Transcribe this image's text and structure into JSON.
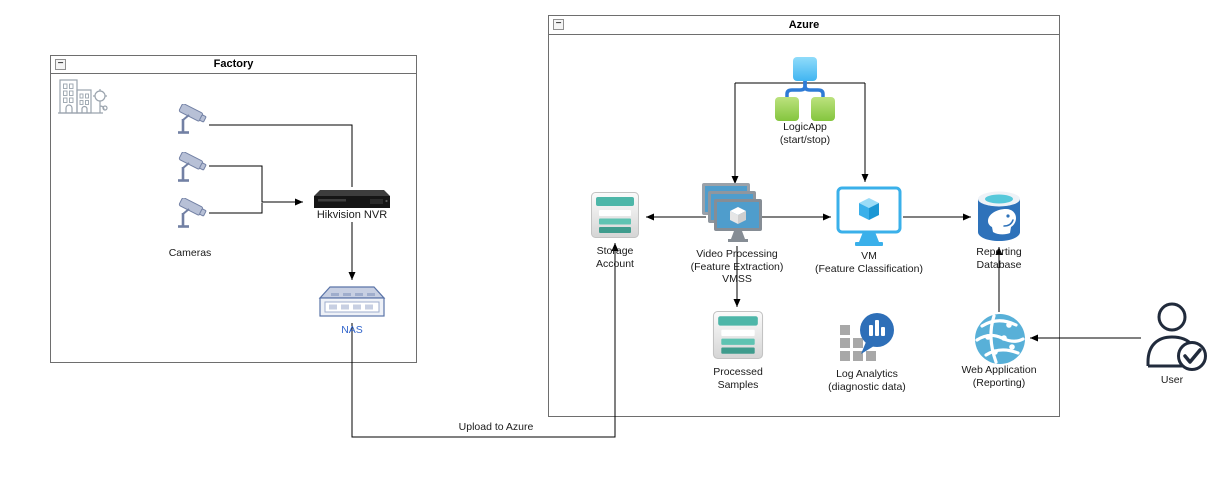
{
  "factory": {
    "title": "Factory",
    "collapse_glyph": "−",
    "cameras_label": "Cameras",
    "nvr_label": "Hikvision NVR",
    "nas_label": "NAS"
  },
  "azure": {
    "title": "Azure",
    "collapse_glyph": "−",
    "logicapp_label": "LogicApp\n(start/stop)",
    "storage_label": "Storage\nAccount",
    "vmss_label": "Video Processing\n(Feature Extraction)\nVMSS",
    "vm_label": "VM\n(Feature Classification)",
    "db_label": "Reporting\nDatabase",
    "samples_label": "Processed\nSamples",
    "log_label": "Log Analytics\n(diagnostic data)",
    "webapp_label": "Web Application\n(Reporting)"
  },
  "external": {
    "user_label": "User"
  },
  "edges": {
    "upload_label": "Upload to Azure"
  },
  "icons": {
    "factory_building": "factory-building-icon",
    "camera": "security-camera-icon",
    "nvr": "nvr-device-icon",
    "nas": "nas-device-icon",
    "logicapp": "logic-app-icon",
    "storage": "storage-account-icon",
    "vmss": "vm-scale-set-icon",
    "vm": "virtual-machine-icon",
    "database": "postgresql-database-icon",
    "samples": "storage-account-icon",
    "log_analytics": "log-analytics-icon",
    "webapp": "web-application-globe-icon",
    "user": "user-person-icon",
    "collapse": "collapse-minus-icon"
  },
  "colors": {
    "storage_teal": "#4db6a8",
    "storage_teal_mid": "#5fc3b2",
    "storage_teal_dark": "#3f9c8d",
    "vm_blue": "#3ab0ea",
    "vmss_screen_blue": "#4f9dcc",
    "db_blue": "#2e72ba",
    "db_top_cyan": "#56c8da",
    "logicapp_blue": "#55c3f2",
    "logicapp_green": "#8bc53f",
    "logicapp_connector": "#2e7bd6",
    "log_analytics_blue": "#2e6fb8",
    "webapp_blue": "#58b0d8",
    "nas_label_blue": "#3366cc",
    "user_outline": "#212b3c",
    "edge_black": "#000000",
    "container_border": "#6e6e6e"
  }
}
